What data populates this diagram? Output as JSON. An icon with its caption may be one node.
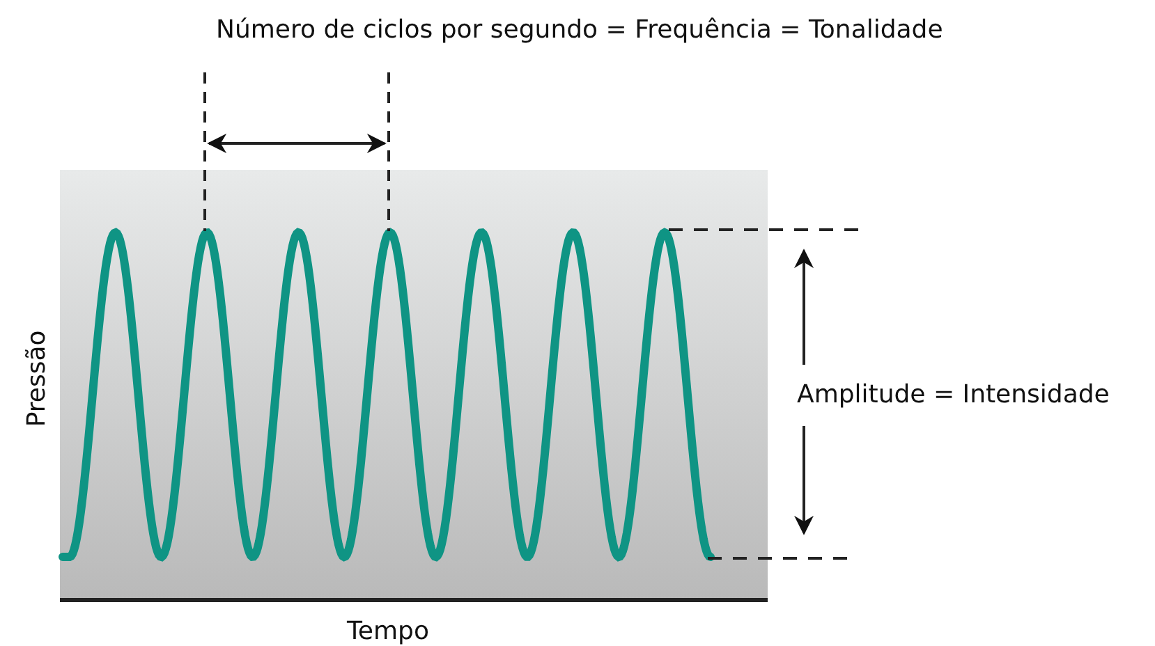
{
  "diagram": {
    "labels": [
      "Número de ciclos por segundo = Frequência = Tonalidade",
      "Pressão",
      "Amplitude = Intensidade",
      "Tempo"
    ]
  }
}
